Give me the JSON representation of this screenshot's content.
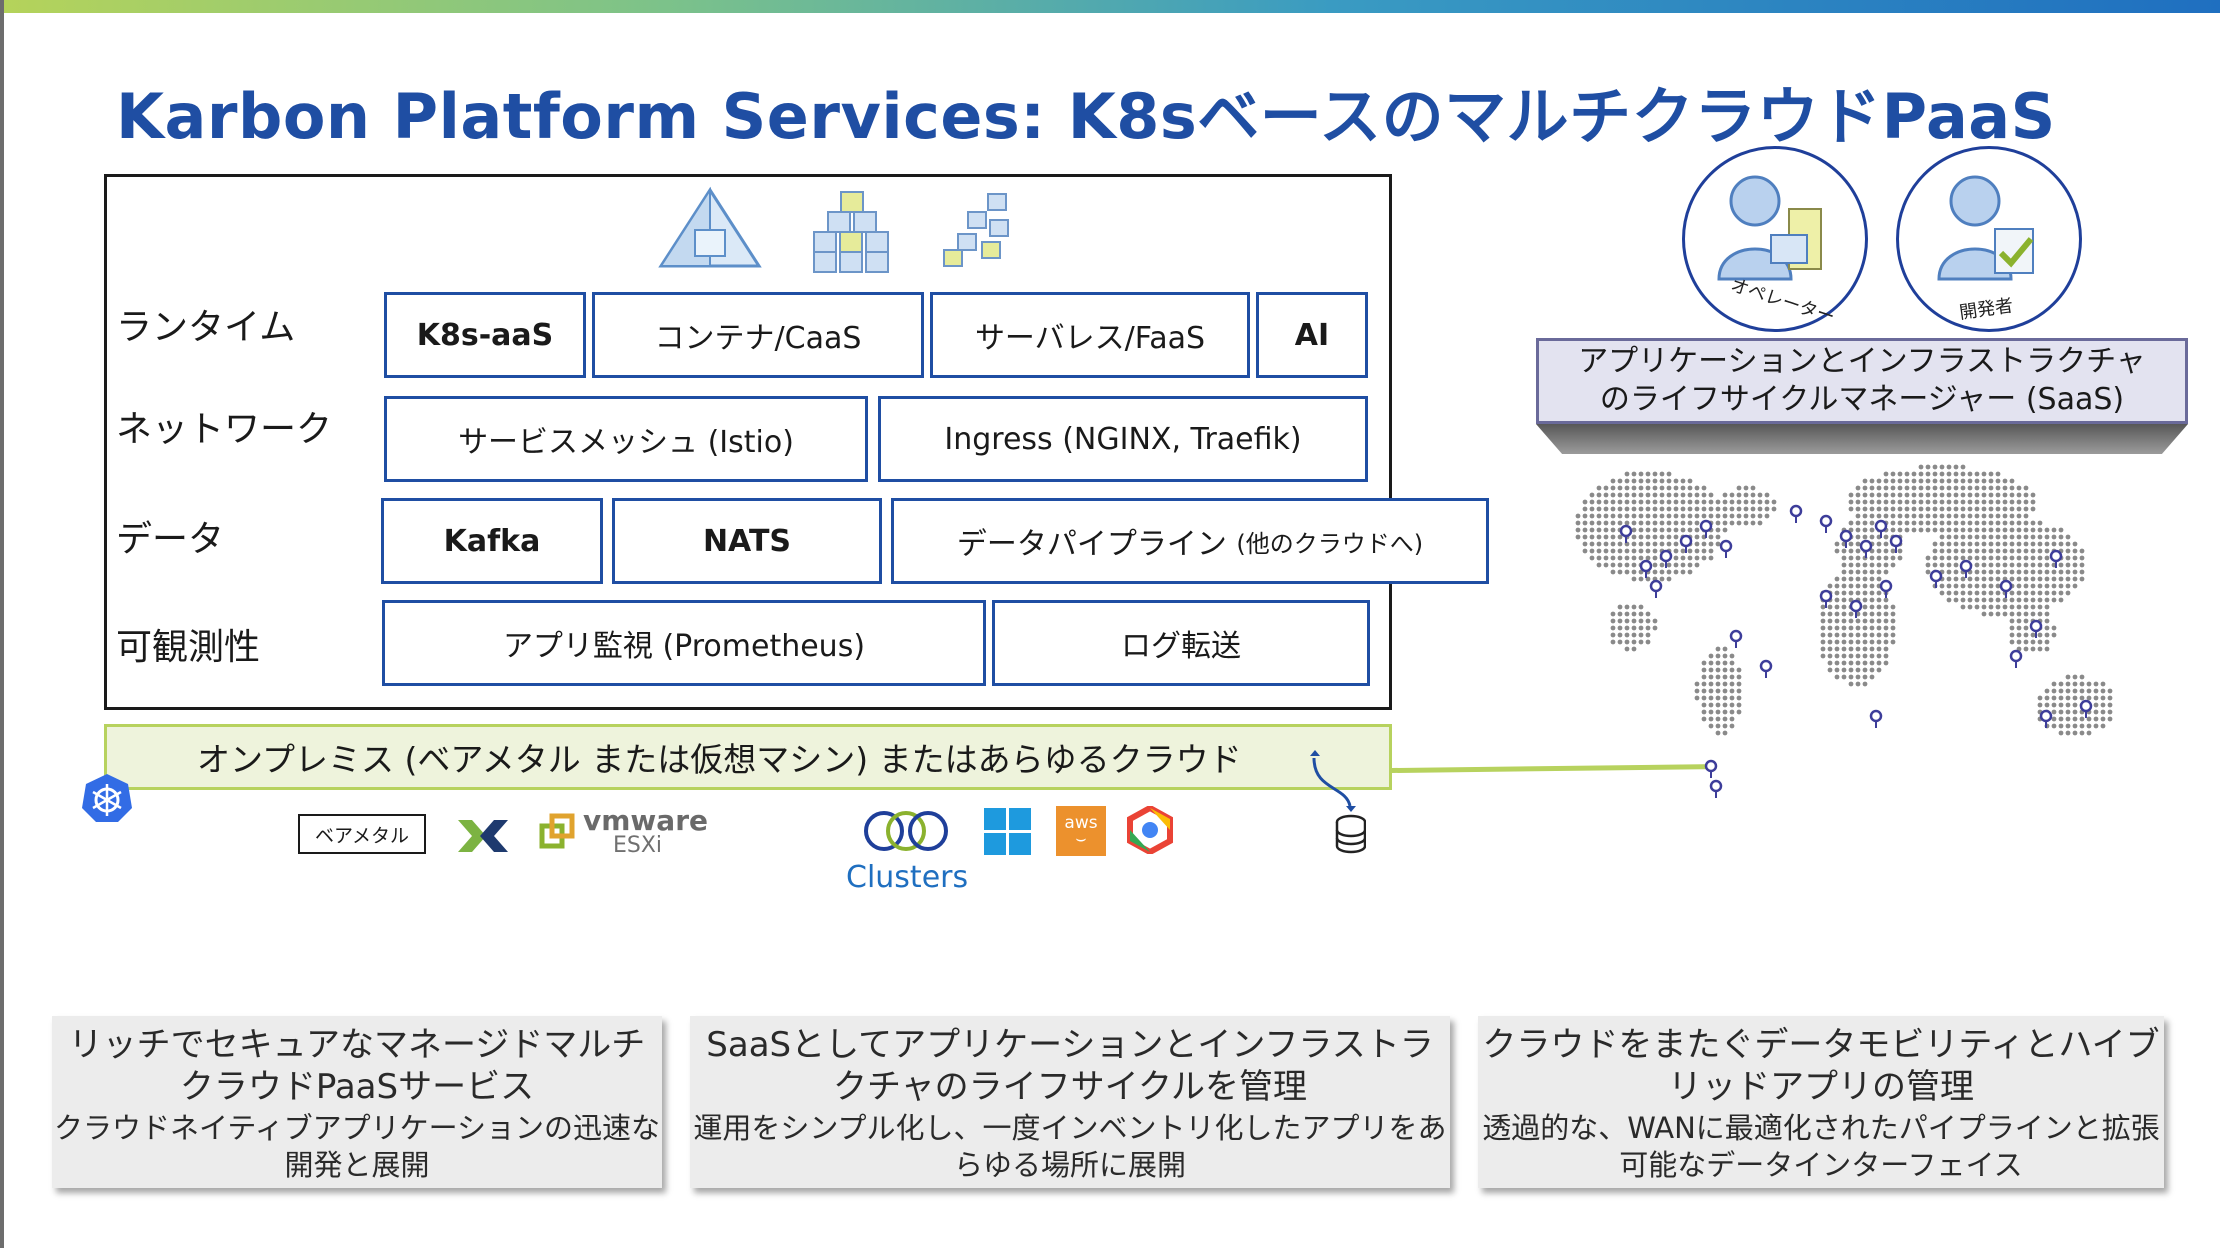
{
  "title": "Karbon Platform Services: K8sベースのマルチクラウドPaaS",
  "rows": [
    {
      "label": "ランタイム",
      "cells": [
        "K8s-aaS",
        "コンテナ/CaaS",
        "サーバレス/FaaS",
        "AI"
      ]
    },
    {
      "label": "ネットワーク",
      "cells": [
        "サービスメッシュ (Istio)",
        "Ingress (NGINX, Traefik)"
      ]
    },
    {
      "label": "データ",
      "cells": [
        "Kafka",
        "NATS",
        "データパイプライン",
        "(他のクラウドへ)"
      ]
    },
    {
      "label": "可観測性",
      "cells": [
        "アプリ監視 (Prometheus)",
        "ログ転送"
      ]
    }
  ],
  "onprem_label": "オンプレミス (ベアメタル または仮想マシン) またはあらゆるクラウド",
  "infra": {
    "baremetal": "ベアメタル",
    "vmware": "vmware",
    "esxi": "ESXi",
    "aws": "aws",
    "clusters": "Clusters"
  },
  "personas": {
    "operator": "オペレーター",
    "developer": "開発者"
  },
  "manager_line1": "アプリケーションとインフラストラクチャ",
  "manager_line2": "のライフサイクルマネージャー (SaaS)",
  "cards": [
    {
      "heading": "リッチでセキュアなマネージドマルチクラウドPaaSサービス",
      "body": "クラウドネイティブアプリケーションの迅速な開発と展開"
    },
    {
      "heading": "SaaSとしてアプリケーションとインフラストラクチャのライフサイクルを管理",
      "body": "運用をシンプル化し、一度インベントリ化したアプリをあらゆる場所に展開"
    },
    {
      "heading": "クラウドをまたぐデータモビリティとハイブリッドアプリの管理",
      "body": "透過的な、WANに最適化されたパイプラインと拡張可能なデータインターフェイス"
    }
  ],
  "colors": {
    "accent": "#1f4ea3",
    "green": "#b7d25e",
    "pin": "#3d3d9a"
  }
}
